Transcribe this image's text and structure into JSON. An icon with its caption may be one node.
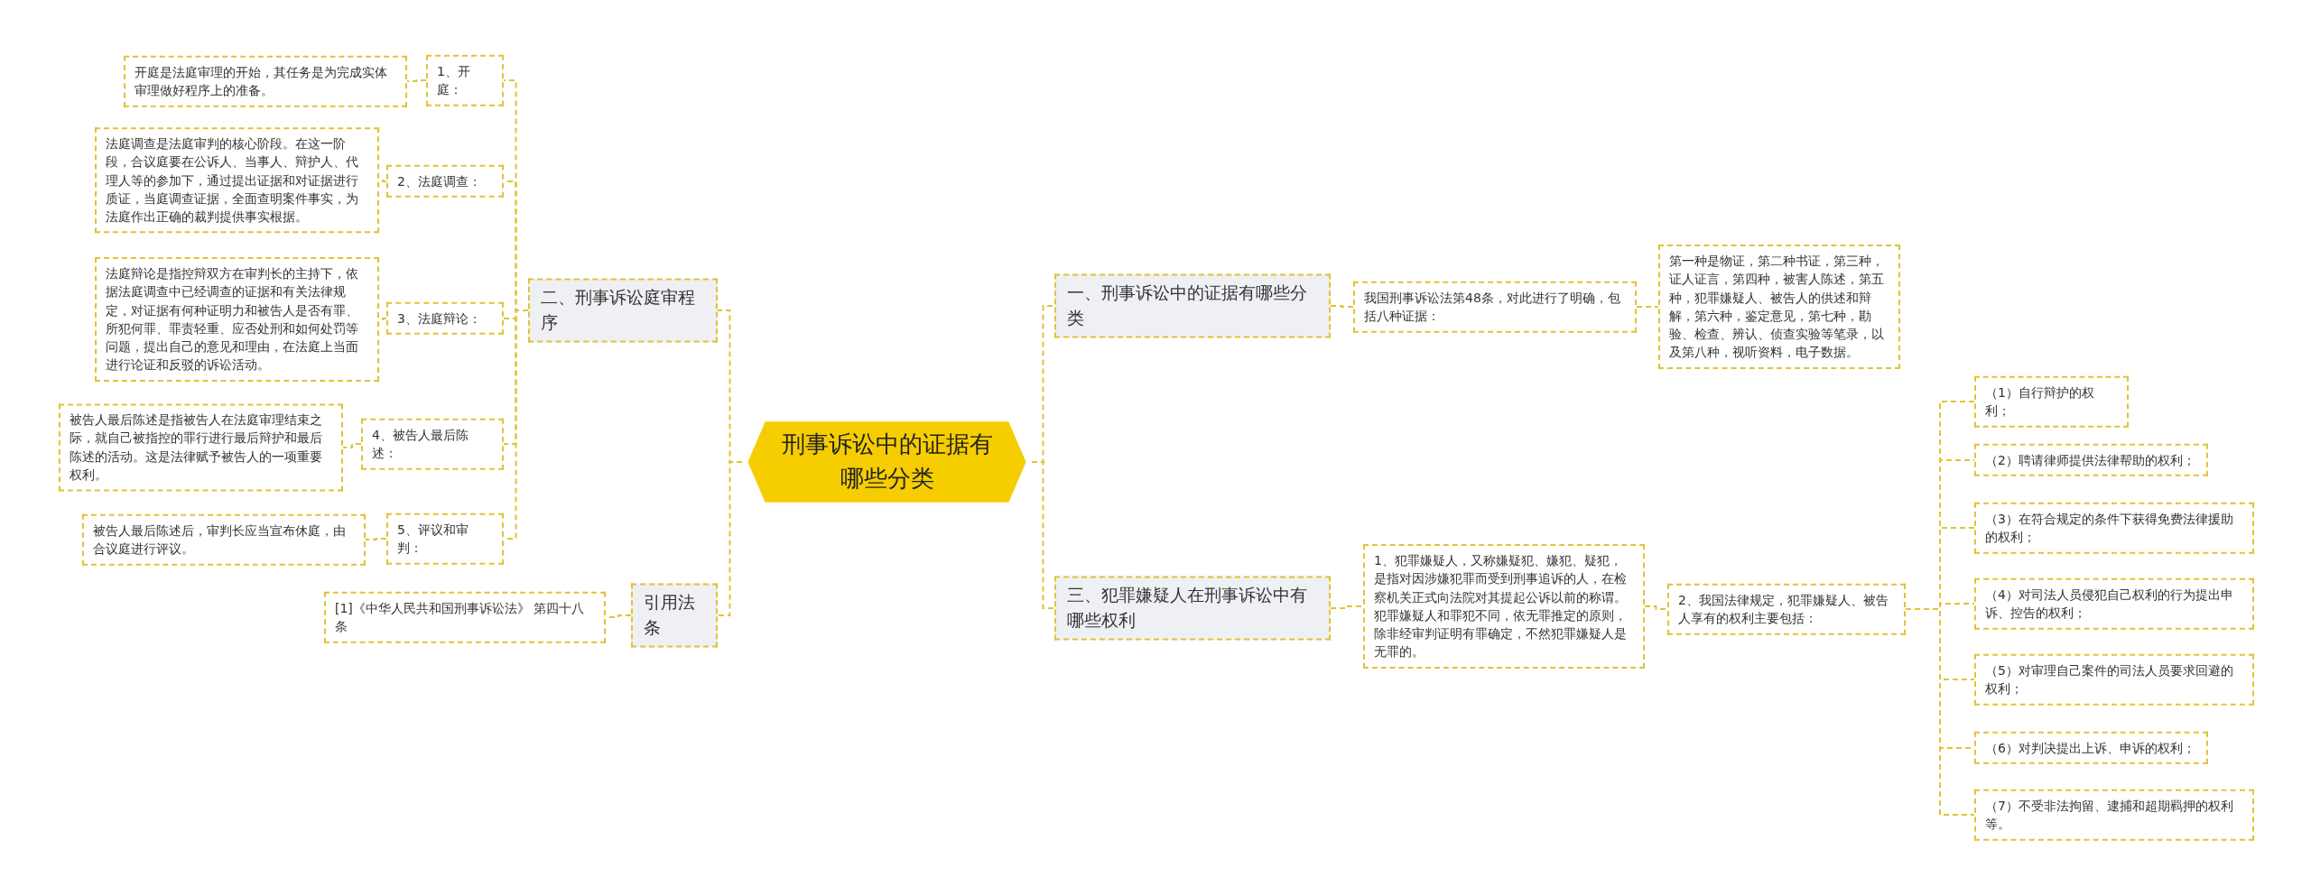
{
  "diagram": {
    "nodes": [
      {
        "text": [
          "刑事诉讼中的证据有哪些分类"
        ]
      },
      {
        "text": [
          "二、刑事诉讼庭审程序"
        ]
      },
      {
        "text": [
          "1、开庭："
        ]
      },
      {
        "text": [
          "开庭是法庭审理的开始，其任务是为完成实体审理做好程序上的准备。"
        ]
      },
      {
        "text": [
          "2、法庭调查："
        ]
      },
      {
        "text": [
          "法庭调查是法庭审判的核心阶段。在这一阶段，合议庭要在公诉人、当事人、辩护人、代理人等的参加下，通过提出证据和对证据进行质证，当庭调查证据，全面查明案件事实，为法庭作出正确的裁判提供事实根据。"
        ]
      },
      {
        "text": [
          "3、法庭辩论："
        ]
      },
      {
        "text": [
          "法庭辩论是指控辩双方在审判长的主持下，依据法庭调查中已经调查的证据和有关法律规定，对证据有何种证明力和被告人是否有罪、所犯何罪、罪责轻重、应否处刑和如何处罚等问题，提出自己的意见和理由，在法庭上当面进行论证和反驳的诉讼活动。"
        ]
      },
      {
        "text": [
          "4、被告人最后陈述："
        ]
      },
      {
        "text": [
          "被告人最后陈述是指被告人在法庭审理结束之际，就自己被指控的罪行进行最后辩护和最后陈述的活动。这是法律赋予被告人的一项重要权利。"
        ]
      },
      {
        "text": [
          "5、评议和审判："
        ]
      },
      {
        "text": [
          "被告人最后陈述后，审判长应当宣布休庭，由合议庭进行评议。"
        ]
      },
      {
        "text": [
          "引用法条"
        ]
      },
      {
        "text": [
          "[1]《中华人民共和国刑事诉讼法》 第四十八条"
        ]
      },
      {
        "text": [
          "一、刑事诉讼中的证据有哪些分类"
        ]
      },
      {
        "text": [
          "我国刑事诉讼法第48条，对此进行了明确，包括八种证据："
        ]
      },
      {
        "text": [
          "第一种是物证，第二种书证，第三种，证人证言，第四种，被害人陈述，第五种，犯罪嫌疑人、被告人的供述和辩解，第六种，鉴定意见，第七种，勘验、检查、辨认、侦查实验等笔录，以及第八种，视听资料，电子数据。"
        ]
      },
      {
        "text": [
          "三、犯罪嫌疑人在刑事诉讼中有哪些权利"
        ]
      },
      {
        "text": [
          "1、犯罪嫌疑人，又称嫌疑犯、嫌犯、疑犯，是指对因涉嫌犯罪而受到刑事追诉的人，在检察机关正式向法院对其提起公诉以前的称谓。犯罪嫌疑人和罪犯不同，依无罪推定的原则，除非经审判证明有罪确定，不然犯罪嫌疑人是无罪的。"
        ]
      },
      {
        "text": [
          "2、我国法律规定，犯罪嫌疑人、被告人享有的权利主要包括："
        ]
      },
      {
        "text": [
          "（1）自行辩护的权利；"
        ]
      },
      {
        "text": [
          "（2）聘请律师提供法律帮助的权利；"
        ]
      },
      {
        "text": [
          "（3）在符合规定的条件下获得免费法律援助的权利；"
        ]
      },
      {
        "text": [
          "（4）对司法人员侵犯自己权利的行为提出申诉、控告的权利；"
        ]
      },
      {
        "text": [
          "（5）对审理自己案件的司法人员要求回避的权利；"
        ]
      },
      {
        "text": [
          "（6）对判决提出上诉、申诉的权利；"
        ]
      },
      {
        "text": [
          "（7）不受非法拘留、逮捕和超期羁押的权利等。"
        ]
      }
    ],
    "edges": [
      {
        "from": 0,
        "to": 1,
        "arrow": "none"
      },
      {
        "from": 1,
        "to": 2,
        "arrow": "none"
      },
      {
        "from": 2,
        "to": 3,
        "arrow": "none"
      },
      {
        "from": 1,
        "to": 4,
        "arrow": "none"
      },
      {
        "from": 4,
        "to": 5,
        "arrow": "none"
      },
      {
        "from": 1,
        "to": 6,
        "arrow": "none"
      },
      {
        "from": 6,
        "to": 7,
        "arrow": "none"
      },
      {
        "from": 1,
        "to": 8,
        "arrow": "none"
      },
      {
        "from": 8,
        "to": 9,
        "arrow": "none"
      },
      {
        "from": 1,
        "to": 10,
        "arrow": "none"
      },
      {
        "from": 10,
        "to": 11,
        "arrow": "none"
      },
      {
        "from": 0,
        "to": 12,
        "arrow": "none"
      },
      {
        "from": 12,
        "to": 13,
        "arrow": "none"
      },
      {
        "from": 0,
        "to": 14,
        "arrow": "none"
      },
      {
        "from": 14,
        "to": 15,
        "arrow": "none"
      },
      {
        "from": 15,
        "to": 16,
        "arrow": "none"
      },
      {
        "from": 0,
        "to": 17,
        "arrow": "none"
      },
      {
        "from": 17,
        "to": 18,
        "arrow": "none"
      },
      {
        "from": 18,
        "to": 19,
        "arrow": "none"
      },
      {
        "from": 19,
        "to": 20,
        "arrow": "none"
      },
      {
        "from": 19,
        "to": 21,
        "arrow": "none"
      },
      {
        "from": 19,
        "to": 22,
        "arrow": "none"
      },
      {
        "from": 19,
        "to": 23,
        "arrow": "none"
      },
      {
        "from": 19,
        "to": 24,
        "arrow": "none"
      },
      {
        "from": 19,
        "to": 25,
        "arrow": "none"
      },
      {
        "from": 19,
        "to": 26,
        "arrow": "none"
      }
    ]
  }
}
